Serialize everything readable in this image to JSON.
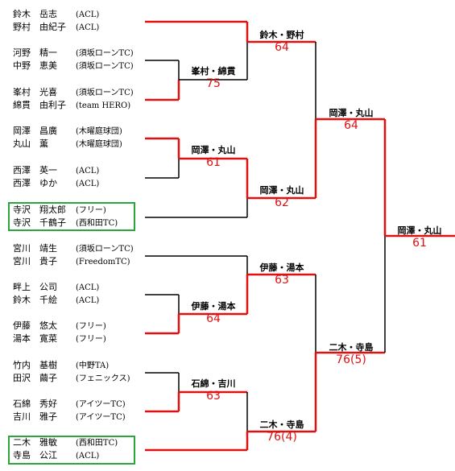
{
  "entries": [
    {
      "p1": "鈴木　岳志",
      "c1": "(ACL)",
      "p2": "野村　由紀子",
      "c2": "(ACL)"
    },
    {
      "p1": "河野　精一",
      "c1": "(須坂ローンTC)",
      "p2": "中野　恵美",
      "c2": "(須坂ローンTC)"
    },
    {
      "p1": "峯村　光喜",
      "c1": "(須坂ローンTC)",
      "p2": "綿貫　由利子",
      "c2": "(team HERO)"
    },
    {
      "p1": "岡澤　昌廣",
      "c1": "(木曜庭球団)",
      "p2": "丸山　薫",
      "c2": "(木曜庭球団)"
    },
    {
      "p1": "西澤　英一",
      "c1": "(ACL)",
      "p2": "西澤　ゆか",
      "c2": "(ACL)"
    },
    {
      "p1": "寺沢　翔太郎",
      "c1": "(フリー)",
      "p2": "寺沢　千鶴子",
      "c2": "(西和田TC)"
    },
    {
      "p1": "宮川　靖生",
      "c1": "(須坂ローンTC)",
      "p2": "宮川　貴子",
      "c2": "(FreedomTC)"
    },
    {
      "p1": "畔上　公司",
      "c1": "(ACL)",
      "p2": "鈴木　千絵",
      "c2": "(ACL)"
    },
    {
      "p1": "伊藤　悠太",
      "c1": "(フリー)",
      "p2": "湯本　寛菜",
      "c2": "(フリー)"
    },
    {
      "p1": "竹内　基樹",
      "c1": "(中野TA)",
      "p2": "田沢　繭子",
      "c2": "(フェニックス)"
    },
    {
      "p1": "石綿　秀好",
      "c1": "(アイツーTC)",
      "p2": "吉川　雅子",
      "c2": "(アイツーTC)"
    },
    {
      "p1": "二木　雅敏",
      "c1": "(西和田TC)",
      "p2": "寺島　公江",
      "c2": "(ACL)"
    }
  ],
  "results": {
    "r1a": {
      "winner": "峯村・綿貫",
      "score": "75"
    },
    "r1b": {
      "winner": "岡澤・丸山",
      "score": "61"
    },
    "r1c": {
      "winner": "伊藤・湯本",
      "score": "64"
    },
    "r1d": {
      "winner": "石綿・吉川",
      "score": "63"
    },
    "r2a": {
      "winner": "鈴木・野村",
      "score": "64"
    },
    "r2b": {
      "winner": "岡澤・丸山",
      "score": "62"
    },
    "r2c": {
      "winner": "伊藤・湯本",
      "score": "63"
    },
    "r2d": {
      "winner": "二木・寺島",
      "score": "76(4)"
    },
    "sfa": {
      "winner": "岡澤・丸山",
      "score": "64"
    },
    "sfb": {
      "winner": "二木・寺島",
      "score": "76(5)"
    },
    "final": {
      "winner": "岡澤・丸山",
      "score": "61"
    }
  },
  "colors": {
    "winner_line": "#e01010",
    "loser_line": "#000000",
    "seed_box": "#2aa63a"
  }
}
